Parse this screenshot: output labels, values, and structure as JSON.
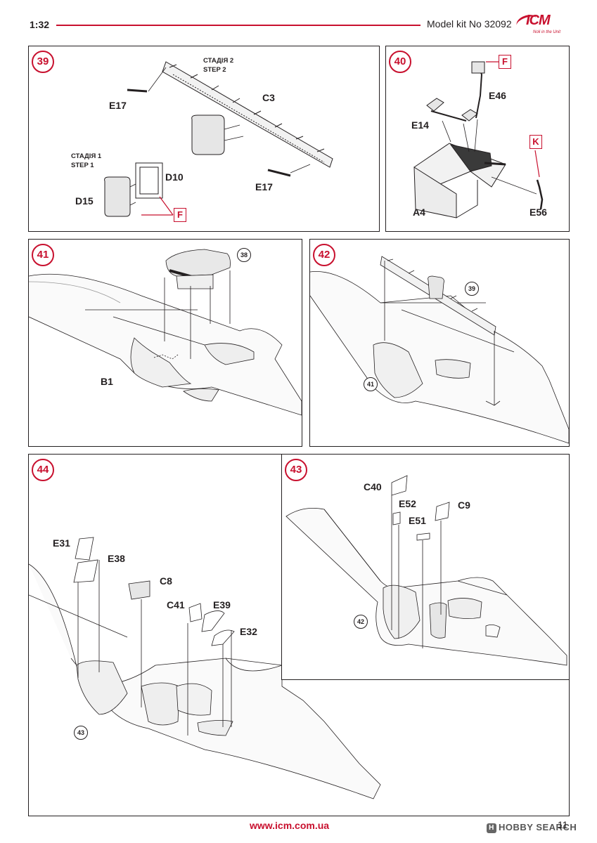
{
  "header": {
    "scale": "1:32",
    "kit_title": "Model kit No 32092",
    "logo": "ICM",
    "logo_tagline": "Noli in the Unit"
  },
  "steps": {
    "s39": {
      "number": "39",
      "stage2": [
        "СТАДІЯ 2",
        "STEP 2"
      ],
      "stage1": [
        "СТАДІЯ 1",
        "STEP 1"
      ],
      "parts": [
        "E17",
        "C3",
        "D10",
        "D15",
        "E17"
      ],
      "color_code": "F"
    },
    "s40": {
      "number": "40",
      "parts": [
        "E46",
        "E14",
        "A4",
        "E56"
      ],
      "color_codes": [
        "F",
        "K"
      ]
    },
    "s41": {
      "number": "41",
      "ref": "38",
      "parts": [
        "B1"
      ]
    },
    "s42": {
      "number": "42",
      "refs": [
        "39",
        "41"
      ]
    },
    "s43": {
      "number": "43",
      "ref": "42",
      "parts": [
        "C40",
        "E52",
        "C9",
        "E51"
      ]
    },
    "s44": {
      "number": "44",
      "ref": "43",
      "parts": [
        "E31",
        "E38",
        "C8",
        "C41",
        "E39",
        "E32"
      ]
    }
  },
  "footer": {
    "url": "www.icm.com.ua",
    "page": "11",
    "watermark": "HOBBY SEARCH"
  }
}
